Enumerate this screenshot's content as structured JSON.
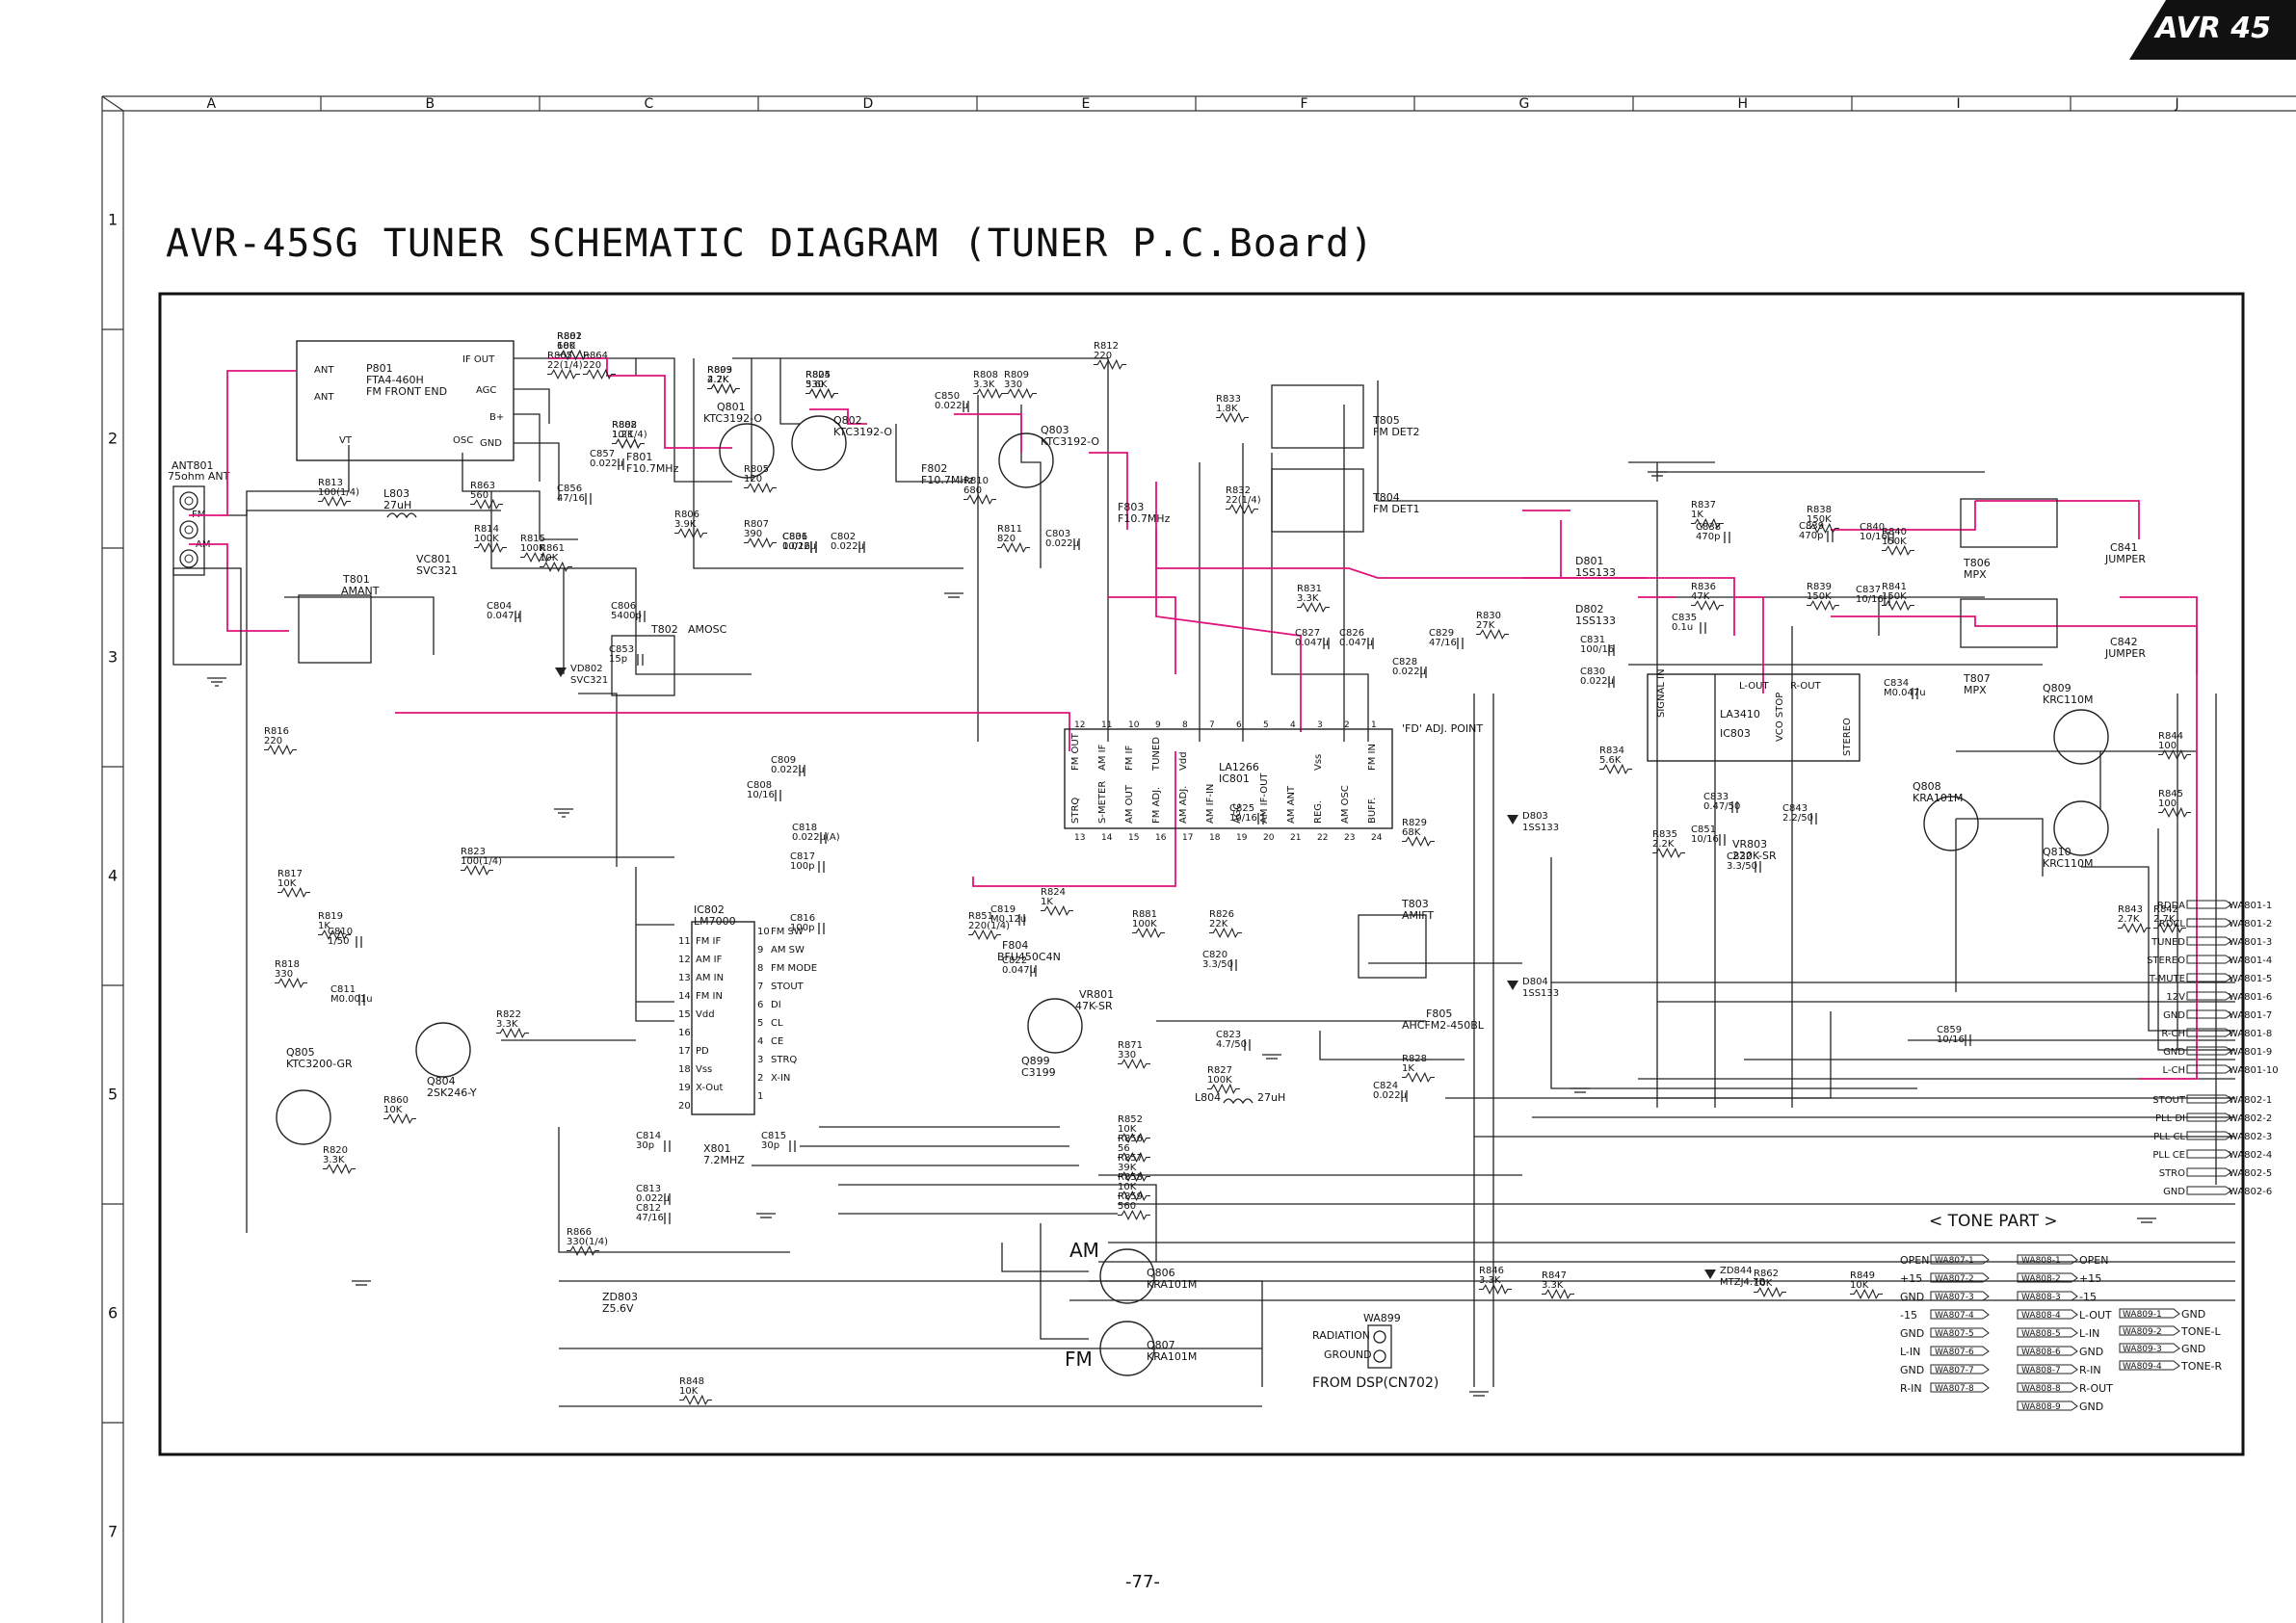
{
  "header": {
    "model_badge": "AVR 45"
  },
  "title": "AVR-45SG TUNER SCHEMATIC DIAGRAM (TUNER P.C.Board)",
  "page_number": "-77-",
  "grid": {
    "columns": [
      "A",
      "B",
      "C",
      "D",
      "E",
      "F",
      "G",
      "H",
      "I",
      "J"
    ],
    "rows": [
      "1",
      "2",
      "3",
      "4",
      "5",
      "6",
      "7"
    ]
  },
  "components": {
    "ant": "ANT801",
    "ant_desc": "75ohm ANT",
    "ant_fm": "FM",
    "ant_am": "AM",
    "frontend": "P801",
    "frontend_part": "FTA4-460H",
    "frontend_desc": "FM FRONT END",
    "fe_pins": [
      "ANT",
      "ANT",
      "VT",
      "IF OUT",
      "AGC",
      "B+",
      "OSC",
      "GND"
    ],
    "t801": "T801",
    "t801_desc": "AMANT",
    "vc801": "VC801",
    "vc801_part": "SVC321",
    "t802": "T802",
    "t802_desc": "AMOSC",
    "t805": "T805",
    "t805_desc": "FM DET2",
    "t804": "T804",
    "t804_desc": "FM DET1",
    "t803": "T803",
    "t803_desc": "AMIFT",
    "t806": "T806",
    "t806_desc": "MPX",
    "t807": "T807",
    "t807_desc": "MPX",
    "q801": "Q801",
    "q801_part": "KTC3192-O",
    "q802": "Q802",
    "q802_part": "KTC3192-O",
    "q803": "Q803",
    "q803_part": "KTC3192-O",
    "q804": "Q804",
    "q804_part": "2SK246-Y",
    "q805": "Q805",
    "q805_part": "KTC3200-GR",
    "q806": "Q806",
    "q806_part": "KRA101M",
    "q807": "Q807",
    "q807_part": "KRA101M",
    "q808": "Q808",
    "q808_part": "KRA101M",
    "q809": "Q809",
    "q809_part": "KRC110M",
    "q810": "Q810",
    "q810_part": "KRC110M",
    "q899": "Q899",
    "q899_part": "C3199",
    "ic801": "IC801",
    "ic801_part": "LA1266",
    "ic802": "IC802",
    "ic802_part": "LM7000",
    "ic803": "IC803",
    "ic803_part": "LA3410",
    "f801": "F801",
    "f801_desc": "F10.7MHz",
    "f802": "F802",
    "f802_desc": "F10.7MHz",
    "f803": "F803",
    "f803_desc": "F10.7MHz",
    "f804": "F804",
    "f804_part": "BFU450C4N",
    "f805": "F805",
    "f805_part": "AHCFM2-450BL",
    "x801": "X801",
    "x801_freq": "7.2MHZ",
    "vr801": "VR801",
    "vr801_value": "47K-SR",
    "vr803": "VR803",
    "vr803_value": "220K-SR",
    "zd803": "ZD803",
    "zd803_value": "Z5.6V",
    "d801": "D801",
    "d801_part": "1SS133",
    "d802": "D802",
    "d802_part": "1SS133",
    "fd_adj": "'FD' ADJ. POINT",
    "c841": "C841",
    "c841_desc": "JUMPER",
    "c842": "C842",
    "c842_desc": "JUMPER",
    "am_label": "AM",
    "fm_label": "FM",
    "wa899": "WA899",
    "radiation": "RADIATION",
    "ground": "GROUND",
    "from_dsp": "FROM DSP(CN702)"
  },
  "ic801_pins_top": [
    "12",
    "11",
    "10",
    "9",
    "8",
    "7",
    "6",
    "5",
    "4",
    "3",
    "2",
    "1"
  ],
  "ic801_labels_top": [
    "FM OUT",
    "AM IF",
    "FM IF",
    "TUNED",
    "Vdd",
    "",
    "",
    "",
    "",
    "Vss",
    "",
    "FM IN"
  ],
  "ic801_pins_bottom": [
    "13",
    "14",
    "15",
    "16",
    "17",
    "18",
    "19",
    "20",
    "21",
    "22",
    "23",
    "24"
  ],
  "ic801_labels_bottom": [
    "STRQ",
    "S-METER",
    "AM OUT",
    "FM ADJ.",
    "AM ADJ.",
    "AM IF-IN",
    "AGC",
    "AM IF-OUT",
    "AM ANT",
    "REG.",
    "AM OSC",
    "BUFF."
  ],
  "ic802_left": [
    [
      "11",
      "FM IF"
    ],
    [
      "12",
      "AM IF"
    ],
    [
      "13",
      "AM IN"
    ],
    [
      "14",
      "FM IN"
    ],
    [
      "15",
      "Vdd"
    ],
    [
      "16",
      ""
    ],
    [
      "17",
      "PD"
    ],
    [
      "18",
      "Vss"
    ],
    [
      "19",
      "X-Out"
    ],
    [
      "20",
      ""
    ]
  ],
  "ic802_right": [
    [
      "10",
      "FM SW"
    ],
    [
      "9",
      "AM SW"
    ],
    [
      "8",
      "FM MODE"
    ],
    [
      "7",
      "STOUT"
    ],
    [
      "6",
      "DI"
    ],
    [
      "5",
      "CL"
    ],
    [
      "4",
      "CE"
    ],
    [
      "3",
      "STRQ"
    ],
    [
      "2",
      "X-IN"
    ],
    [
      "1",
      ""
    ]
  ],
  "ic803_top": [
    "SIGNAL IN",
    "L-OUT",
    "R-OUT"
  ],
  "ic803_bottom": [
    "VCO STOP",
    "STEREO"
  ],
  "resistors": [
    [
      "R801",
      "100"
    ],
    [
      "R802",
      "1.2K"
    ],
    [
      "R803",
      "2.2K"
    ],
    [
      "R804",
      "330"
    ],
    [
      "R805",
      "120"
    ],
    [
      "R806",
      "3.9K"
    ],
    [
      "R807",
      "390"
    ],
    [
      "R808",
      "3.3K"
    ],
    [
      "R809",
      "330"
    ],
    [
      "R810",
      "680"
    ],
    [
      "R811",
      "820"
    ],
    [
      "R812",
      "220"
    ],
    [
      "R813",
      "100(1/4)"
    ],
    [
      "R814",
      "100K"
    ],
    [
      "R815",
      "100K"
    ],
    [
      "R816",
      "220"
    ],
    [
      "R817",
      "10K"
    ],
    [
      "R818",
      "330"
    ],
    [
      "R819",
      "1K"
    ],
    [
      "R820",
      "3.3K"
    ],
    [
      "R822",
      "3.3K"
    ],
    [
      "R823",
      "100(1/4)"
    ],
    [
      "R824",
      "1K"
    ],
    [
      "R826",
      "22K"
    ],
    [
      "R827",
      "100K"
    ],
    [
      "R828",
      "1K"
    ],
    [
      "R829",
      "68K"
    ],
    [
      "R830",
      "27K"
    ],
    [
      "R831",
      "3.3K"
    ],
    [
      "R832",
      "22(1/4)"
    ],
    [
      "R833",
      "1.8K"
    ],
    [
      "R834",
      "5.6K"
    ],
    [
      "R835",
      "2.2K"
    ],
    [
      "R836",
      "47K"
    ],
    [
      "R837",
      "1K"
    ],
    [
      "R838",
      "150K"
    ],
    [
      "R839",
      "150K"
    ],
    [
      "R840",
      "150K"
    ],
    [
      "R841",
      "150K"
    ],
    [
      "R842",
      "2.7K"
    ],
    [
      "R843",
      "2.7K"
    ],
    [
      "R844",
      "100"
    ],
    [
      "R845",
      "100"
    ],
    [
      "R846",
      "3.3K"
    ],
    [
      "R847",
      "3.3K"
    ],
    [
      "R848",
      "10K"
    ],
    [
      "R849",
      "10K"
    ],
    [
      "R851",
      "220(1/4)"
    ],
    [
      "R852",
      "10K"
    ],
    [
      "R856",
      "56"
    ],
    [
      "R857",
      "39K"
    ],
    [
      "R858",
      "10K"
    ],
    [
      "R859",
      "560"
    ],
    [
      "R860",
      "10K"
    ],
    [
      "R861",
      "10K"
    ],
    [
      "R862",
      "10K"
    ],
    [
      "R863",
      "560"
    ],
    [
      "R864",
      "220"
    ],
    [
      "R865",
      "22(1/4)"
    ],
    [
      "R866",
      "330(1/4)"
    ],
    [
      "R871",
      "330"
    ],
    [
      "R881",
      "100K"
    ],
    [
      "R882",
      "68K"
    ],
    [
      "R888",
      "10(1/4)"
    ],
    [
      "R899",
      "4.7K"
    ],
    [
      "R825",
      "5.6K"
    ]
  ],
  "capacitors": [
    [
      "C801",
      "0.022u"
    ],
    [
      "C802",
      "0.022u"
    ],
    [
      "C803",
      "0.022u"
    ],
    [
      "C804",
      "0.047u"
    ],
    [
      "C806",
      "5400p"
    ],
    [
      "C809",
      "0.022u"
    ],
    [
      "C810",
      "1/50"
    ],
    [
      "C811",
      "M0.001u"
    ],
    [
      "C812",
      "47/16"
    ],
    [
      "C813",
      "0.022u"
    ],
    [
      "C814",
      "30p"
    ],
    [
      "C815",
      "30p"
    ],
    [
      "C816",
      "100p"
    ],
    [
      "C817",
      "100p"
    ],
    [
      "C818",
      "0.022u(A)"
    ],
    [
      "C819",
      "M0.12u"
    ],
    [
      "C820",
      "3.3/50"
    ],
    [
      "C822",
      "0.047u"
    ],
    [
      "C824",
      "0.022u"
    ],
    [
      "C825",
      "10/16"
    ],
    [
      "C826",
      "0.047u"
    ],
    [
      "C827",
      "0.047u"
    ],
    [
      "C828",
      "0.022u"
    ],
    [
      "C829",
      "47/16"
    ],
    [
      "C830",
      "0.022u"
    ],
    [
      "C831",
      "100/16"
    ],
    [
      "C832",
      "3.3/50"
    ],
    [
      "C833",
      "0.47/50"
    ],
    [
      "C834",
      "M0.047u"
    ],
    [
      "C835",
      "0.1u"
    ],
    [
      "C837",
      "10/16"
    ],
    [
      "C838",
      "470p"
    ],
    [
      "C839",
      "470p"
    ],
    [
      "C840",
      "10/16"
    ],
    [
      "C843",
      "2.2/50"
    ],
    [
      "C850",
      "0.022u"
    ],
    [
      "C851",
      "10/16"
    ],
    [
      "C853",
      "15p"
    ],
    [
      "C856",
      "47/16"
    ],
    [
      "C857",
      "0.022u"
    ],
    [
      "C859",
      "10/16"
    ],
    [
      "C808",
      "10/16"
    ],
    [
      "C823",
      "4.7/50"
    ],
    [
      "C836",
      "10/16"
    ]
  ],
  "diodes": [
    [
      "D803",
      "1SS133"
    ],
    [
      "D804",
      "1SS133"
    ],
    [
      "ZD844",
      "MTZJ4.7B"
    ],
    [
      "VD802",
      "SVC321"
    ]
  ],
  "inductors": [
    [
      "L803",
      "27uH"
    ],
    [
      "L804",
      "27uH"
    ]
  ],
  "connector_wa801": [
    [
      "RDDA",
      "WA801-1"
    ],
    [
      "RDCL",
      "WA801-2"
    ],
    [
      "TUNED",
      "WA801-3"
    ],
    [
      "STEREO",
      "WA801-4"
    ],
    [
      "T-MUTE",
      "WA801-5"
    ],
    [
      "12V",
      "WA801-6"
    ],
    [
      "GND",
      "WA801-7"
    ],
    [
      "R-CH",
      "WA801-8"
    ],
    [
      "GND",
      "WA801-9"
    ],
    [
      "L-CH",
      "WA801-10"
    ]
  ],
  "connector_wa802": [
    [
      "STOUT",
      "WA802-1"
    ],
    [
      "PLL DI",
      "WA802-2"
    ],
    [
      "PLL CL",
      "WA802-3"
    ],
    [
      "PLL CE",
      "WA802-4"
    ],
    [
      "STRO",
      "WA802-5"
    ],
    [
      "GND",
      "WA802-6"
    ]
  ],
  "tone_part": {
    "title": "< TONE PART >",
    "wa807": [
      [
        "OPEN",
        "WA807-1"
      ],
      [
        "+15",
        "WA807-2"
      ],
      [
        "GND",
        "WA807-3"
      ],
      [
        "-15",
        "WA807-4"
      ],
      [
        "GND",
        "WA807-5"
      ],
      [
        "L-IN",
        "WA807-6"
      ],
      [
        "GND",
        "WA807-7"
      ],
      [
        "R-IN",
        "WA807-8"
      ]
    ],
    "wa808": [
      [
        "WA808-1",
        "OPEN"
      ],
      [
        "WA808-2",
        "+15"
      ],
      [
        "WA808-3",
        "-15"
      ],
      [
        "WA808-4",
        "L-OUT"
      ],
      [
        "WA808-5",
        "L-IN"
      ],
      [
        "WA808-6",
        "GND"
      ],
      [
        "WA808-7",
        "R-IN"
      ],
      [
        "WA808-8",
        "R-OUT"
      ],
      [
        "WA808-9",
        "GND"
      ]
    ],
    "wa809": [
      [
        "WA809-1",
        "GND"
      ],
      [
        "WA809-2",
        "TONE-L"
      ],
      [
        "WA809-3",
        "GND"
      ],
      [
        "WA809-4",
        "TONE-R"
      ]
    ]
  }
}
